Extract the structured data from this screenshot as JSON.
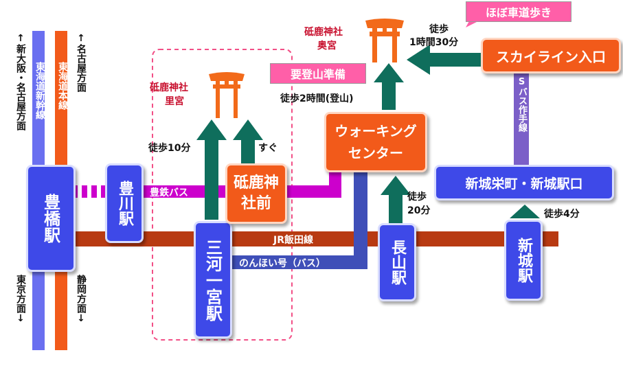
{
  "left_rails": {
    "up_dir": "↑新大阪・名古屋方面",
    "shinkansen": "東海道新幹線",
    "honsen": "東海道本線",
    "up_dir2": "↑名古屋方面",
    "down_left": "東京方面↓",
    "down_right": "静岡方面↓"
  },
  "stations": {
    "toyohashi": "豊橋駅",
    "toyokawa": "豊川駅",
    "mikawa_ichinomiya": "三河一宮駅",
    "nagayama": "長山駅",
    "shinshiro": "新城駅"
  },
  "stops": {
    "togashi_jinja_mae": "砥鹿神社前",
    "walking_center_l1": "ウォーキング",
    "walking_center_l2": "センター",
    "skyline": "スカイライン入口",
    "shinshiro_sakae": "新城栄町・新城駅口"
  },
  "lines": {
    "toyotetsu_bus": "豊鉄バス",
    "jr_iida": "JR飯田線",
    "nonhoi_bus": "のんほい号（バス）",
    "s_bus": "Sバス作手線"
  },
  "shrines": {
    "satomiya_l1": "砥鹿神社",
    "satomiya_l2": "里宮",
    "okumiya_l1": "砥鹿神社",
    "okumiya_l2": "奥宮"
  },
  "walks": {
    "walk_10": "徒歩10分",
    "sugu": "すぐ",
    "walk_2h": "徒歩2時間(登山)",
    "walk_20_l1": "徒歩",
    "walk_20_l2": "20分",
    "walk_4": "徒歩4分",
    "walk_1h30_l1": "徒歩",
    "walk_1h30_l2": "1時間30分"
  },
  "notes": {
    "climb_prep": "要登山準備",
    "mostly_road": "ほぼ車道歩き"
  },
  "colors": {
    "blue": "#3e49e8",
    "orange": "#f25a1a",
    "jr_iida": "#b83a12",
    "toyotetsu_bus": "#cc00cc",
    "nonhoi_bus": "#3f4fb8",
    "s_bus": "#7b5fc8",
    "arrow": "#0f6e5c",
    "torii": "#f26a1a",
    "pink": "#ff5fa8",
    "dashed": "#f24f86"
  }
}
